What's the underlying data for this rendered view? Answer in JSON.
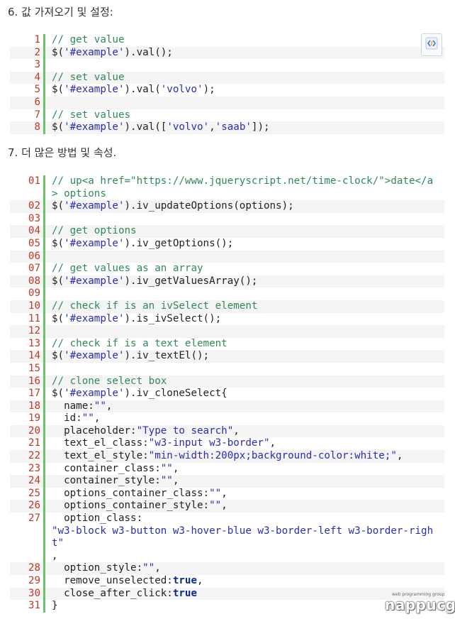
{
  "section6": {
    "heading": "6. 값 가져오기 및 설정:",
    "lines": [
      {
        "num": "1",
        "tokens": [
          {
            "t": "c",
            "v": "// get value"
          }
        ]
      },
      {
        "num": "2",
        "tokens": [
          {
            "t": "p",
            "v": "$("
          },
          {
            "t": "s",
            "v": "'#example'"
          },
          {
            "t": "p",
            "v": ").val();"
          }
        ]
      },
      {
        "num": "3",
        "tokens": []
      },
      {
        "num": "4",
        "tokens": [
          {
            "t": "c",
            "v": "// set value"
          }
        ]
      },
      {
        "num": "5",
        "tokens": [
          {
            "t": "p",
            "v": "$("
          },
          {
            "t": "s",
            "v": "'#example'"
          },
          {
            "t": "p",
            "v": ").val("
          },
          {
            "t": "s",
            "v": "'volvo'"
          },
          {
            "t": "p",
            "v": ");"
          }
        ]
      },
      {
        "num": "6",
        "tokens": []
      },
      {
        "num": "7",
        "tokens": [
          {
            "t": "c",
            "v": "// set values"
          }
        ]
      },
      {
        "num": "8",
        "tokens": [
          {
            "t": "p",
            "v": "$("
          },
          {
            "t": "s",
            "v": "'#example'"
          },
          {
            "t": "p",
            "v": ").val(["
          },
          {
            "t": "s",
            "v": "'volvo'"
          },
          {
            "t": "p",
            "v": ","
          },
          {
            "t": "s",
            "v": "'saab'"
          },
          {
            "t": "p",
            "v": "]);"
          }
        ]
      }
    ]
  },
  "section7": {
    "heading": "7. 더 많은 방법 및 속성.",
    "lines": [
      {
        "num": "01",
        "tokens": [
          {
            "t": "c",
            "v": "// up<a href=\"https://www.jqueryscript.net/time-clock/\">date</a"
          }
        ]
      },
      {
        "num": "",
        "cont": true,
        "tokens": [
          {
            "t": "c",
            "v": "> options"
          }
        ]
      },
      {
        "num": "02",
        "tokens": [
          {
            "t": "p",
            "v": "$("
          },
          {
            "t": "s",
            "v": "'#example'"
          },
          {
            "t": "p",
            "v": ").iv_updateOptions(options);"
          }
        ]
      },
      {
        "num": "03",
        "tokens": []
      },
      {
        "num": "04",
        "tokens": [
          {
            "t": "c",
            "v": "// get options"
          }
        ]
      },
      {
        "num": "05",
        "tokens": [
          {
            "t": "p",
            "v": "$("
          },
          {
            "t": "s",
            "v": "'#example'"
          },
          {
            "t": "p",
            "v": ").iv_getOptions();"
          }
        ]
      },
      {
        "num": "06",
        "tokens": []
      },
      {
        "num": "07",
        "tokens": [
          {
            "t": "c",
            "v": "// get values as an array"
          }
        ]
      },
      {
        "num": "08",
        "tokens": [
          {
            "t": "p",
            "v": "$("
          },
          {
            "t": "s",
            "v": "'#example'"
          },
          {
            "t": "p",
            "v": ").iv_getValuesArray();"
          }
        ]
      },
      {
        "num": "09",
        "tokens": []
      },
      {
        "num": "10",
        "tokens": [
          {
            "t": "c",
            "v": "// check if is an ivSelect element"
          }
        ]
      },
      {
        "num": "11",
        "tokens": [
          {
            "t": "p",
            "v": "$("
          },
          {
            "t": "s",
            "v": "'#example'"
          },
          {
            "t": "p",
            "v": ").is_ivSelect();"
          }
        ]
      },
      {
        "num": "12",
        "tokens": []
      },
      {
        "num": "13",
        "tokens": [
          {
            "t": "c",
            "v": "// check if is a text element"
          }
        ]
      },
      {
        "num": "14",
        "tokens": [
          {
            "t": "p",
            "v": "$("
          },
          {
            "t": "s",
            "v": "'#example'"
          },
          {
            "t": "p",
            "v": ").iv_textEl();"
          }
        ]
      },
      {
        "num": "15",
        "tokens": []
      },
      {
        "num": "16",
        "tokens": [
          {
            "t": "c",
            "v": "// clone select box"
          }
        ]
      },
      {
        "num": "17",
        "tokens": [
          {
            "t": "p",
            "v": "$("
          },
          {
            "t": "s",
            "v": "'#example'"
          },
          {
            "t": "p",
            "v": ").iv_cloneSelect{"
          }
        ]
      },
      {
        "num": "18",
        "tokens": [
          {
            "t": "p",
            "v": "  name:"
          },
          {
            "t": "s",
            "v": "\"\""
          },
          {
            "t": "p",
            "v": ","
          }
        ]
      },
      {
        "num": "19",
        "tokens": [
          {
            "t": "p",
            "v": "  id:"
          },
          {
            "t": "s",
            "v": "\"\""
          },
          {
            "t": "p",
            "v": ","
          }
        ]
      },
      {
        "num": "20",
        "tokens": [
          {
            "t": "p",
            "v": "  placeholder:"
          },
          {
            "t": "s",
            "v": "\"Type to search\""
          },
          {
            "t": "p",
            "v": ","
          }
        ]
      },
      {
        "num": "21",
        "tokens": [
          {
            "t": "p",
            "v": "  text_el_class:"
          },
          {
            "t": "s",
            "v": "\"w3-input w3-border\""
          },
          {
            "t": "p",
            "v": ","
          }
        ]
      },
      {
        "num": "22",
        "tokens": [
          {
            "t": "p",
            "v": "  text_el_style:"
          },
          {
            "t": "s",
            "v": "\"min-width:200px;background-color:white;\""
          },
          {
            "t": "p",
            "v": ","
          }
        ]
      },
      {
        "num": "23",
        "tokens": [
          {
            "t": "p",
            "v": "  container_class:"
          },
          {
            "t": "s",
            "v": "\"\""
          },
          {
            "t": "p",
            "v": ","
          }
        ]
      },
      {
        "num": "24",
        "tokens": [
          {
            "t": "p",
            "v": "  container_style:"
          },
          {
            "t": "s",
            "v": "\"\""
          },
          {
            "t": "p",
            "v": ","
          }
        ]
      },
      {
        "num": "25",
        "tokens": [
          {
            "t": "p",
            "v": "  options_container_class:"
          },
          {
            "t": "s",
            "v": "\"\""
          },
          {
            "t": "p",
            "v": ","
          }
        ]
      },
      {
        "num": "26",
        "tokens": [
          {
            "t": "p",
            "v": "  options_container_style:"
          },
          {
            "t": "s",
            "v": "\"\""
          },
          {
            "t": "p",
            "v": ","
          }
        ]
      },
      {
        "num": "27",
        "tokens": [
          {
            "t": "p",
            "v": "  option_class:"
          }
        ]
      },
      {
        "num": "",
        "cont": true,
        "tokens": [
          {
            "t": "s",
            "v": "\"w3-block w3-button w3-hover-blue w3-border-left w3-border-righ"
          }
        ]
      },
      {
        "num": "",
        "cont": true,
        "tokens": [
          {
            "t": "s",
            "v": "t\""
          }
        ]
      },
      {
        "num": "",
        "cont": true,
        "tokens": [
          {
            "t": "p",
            "v": ","
          }
        ]
      },
      {
        "num": "28",
        "tokens": [
          {
            "t": "p",
            "v": "  option_style:"
          },
          {
            "t": "s",
            "v": "\"\""
          },
          {
            "t": "p",
            "v": ","
          }
        ]
      },
      {
        "num": "29",
        "tokens": [
          {
            "t": "p",
            "v": "  remove_unselected:"
          },
          {
            "t": "k",
            "v": "true"
          },
          {
            "t": "p",
            "v": ","
          }
        ]
      },
      {
        "num": "30",
        "tokens": [
          {
            "t": "p",
            "v": "  close_after_click:"
          },
          {
            "t": "k",
            "v": "true"
          }
        ]
      },
      {
        "num": "31",
        "tokens": [
          {
            "t": "p",
            "v": "}"
          }
        ]
      }
    ]
  },
  "watermark": {
    "tagline": "web programming group",
    "brand": "nappucgi"
  },
  "colors": {
    "gutter_bar": "#6cc36c",
    "line_number": "#c0392b",
    "comment": "#2e8b57",
    "string": "#2b2bb8",
    "keyword": "#0b2a8a"
  },
  "icons": {
    "toggle": "view-source-icon"
  }
}
